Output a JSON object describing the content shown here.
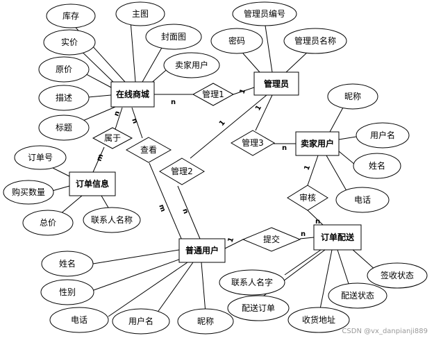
{
  "entities": {
    "online_store": "在线商城",
    "admin": "管理员",
    "seller": "卖家用户",
    "order_info": "订单信息",
    "user": "普通用户",
    "delivery": "订单配送"
  },
  "relationships": {
    "manage1": "管理1",
    "manage2": "管理2",
    "manage3": "管理3",
    "belongs": "属于",
    "view": "查看",
    "review": "审核",
    "submit": "提交"
  },
  "attributes": {
    "stock": "库存",
    "main_image": "主图",
    "cover_image": "封面图",
    "price": "实价",
    "seller_user": "卖家用户",
    "original_price": "原价",
    "description": "描述",
    "title": "标题",
    "admin_id": "管理员编号",
    "password": "密码",
    "admin_name": "管理员名称",
    "nickname_seller": "昵称",
    "username_seller": "用户名",
    "name_seller": "姓名",
    "phone_seller": "电话",
    "order_no": "订单号",
    "purchase_qty": "购买数量",
    "total_price": "总价",
    "contact_name_order": "联系人名称",
    "name_user": "姓名",
    "gender": "性别",
    "phone_user": "电话",
    "username_user": "用户名",
    "nickname_user": "昵称",
    "contact_name_delivery": "联系人名字",
    "delivery_order": "配送订单",
    "address": "收货地址",
    "delivery_status": "配送状态",
    "receipt_status": "签收状态"
  },
  "cardinalities": {
    "store_manage1": "n",
    "admin_manage1": "1",
    "store_belongs": "n",
    "order_belongs": "m",
    "store_view": "n",
    "user_view": "m",
    "admin_manage2": "1",
    "user_manage2": "n",
    "admin_manage3": "1",
    "seller_manage3": "n",
    "seller_review": "1",
    "delivery_review": "n",
    "user_submit": "1",
    "delivery_submit": "n"
  },
  "watermark": "CSDN @vx_danpianji889"
}
